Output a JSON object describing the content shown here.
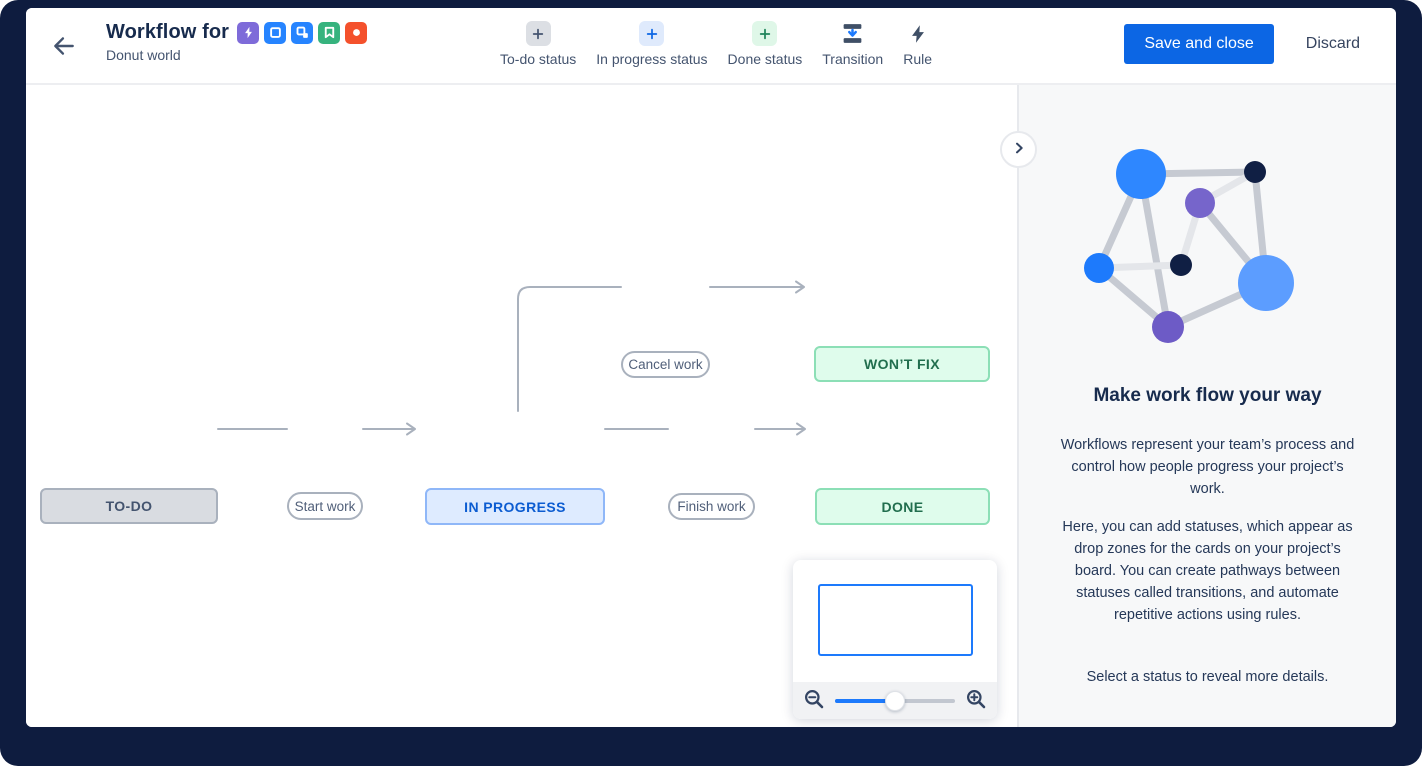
{
  "header": {
    "title": "Workflow for",
    "subtitle": "Donut world",
    "issue_types": [
      {
        "name": "epic",
        "color": "#7e6bd9",
        "icon": "lightning-bolt"
      },
      {
        "name": "task",
        "color": "#2684ff",
        "icon": "square-outline"
      },
      {
        "name": "subtask",
        "color": "#2684ff",
        "icon": "nested-squares"
      },
      {
        "name": "story",
        "color": "#36b37e",
        "icon": "bookmark"
      },
      {
        "name": "bug",
        "color": "#f4512c",
        "icon": "circle"
      }
    ],
    "toolbar": [
      {
        "label": "To-do status",
        "icon": "plus-gray"
      },
      {
        "label": "In progress status",
        "icon": "plus-blue"
      },
      {
        "label": "Done status",
        "icon": "plus-green"
      },
      {
        "label": "Transition",
        "icon": "transition-arrow"
      },
      {
        "label": "Rule",
        "icon": "lightning-bolt"
      }
    ],
    "save_label": "Save and close",
    "discard_label": "Discard"
  },
  "canvas": {
    "nodes": [
      {
        "label": "TO-DO",
        "category": "todo"
      },
      {
        "label": "IN PROGRESS",
        "category": "in-progress"
      },
      {
        "label": "DONE",
        "category": "done"
      },
      {
        "label": "WON’T FIX",
        "category": "done"
      }
    ],
    "transitions": [
      {
        "label": "Start work",
        "from": "TO-DO",
        "to": "IN PROGRESS"
      },
      {
        "label": "Finish work",
        "from": "IN PROGRESS",
        "to": "DONE"
      },
      {
        "label": "Cancel work",
        "from": "IN PROGRESS",
        "to": "WON’T FIX"
      }
    ]
  },
  "minimap": {
    "zoom_out_icon": "magnifier-minus",
    "zoom_in_icon": "magnifier-plus",
    "zoom_level_fraction": 0.5
  },
  "panel": {
    "heading": "Make work flow your way",
    "paragraphs": [
      "Workflows represent your team’s process and control how people progress your project’s work.",
      "Here, you can add statuses, which appear as drop zones for the cards on your project’s board. You can create pathways between statuses called transitions, and automate repetitive actions using rules.",
      "Select a status to reveal more details."
    ]
  },
  "colors": {
    "frame": "#0e1c3f",
    "primary_button": "#0c66e4",
    "todo_fill": "#d9dce1",
    "in_progress_fill": "#deebff",
    "in_progress_border": "#8fb7f8",
    "in_progress_text": "#0c66e4",
    "done_fill": "#dffcec",
    "done_border": "#8cdfb6",
    "done_text": "#216e4e",
    "edge_gray": "#a9b1bd",
    "panel_bg": "#f7f8f9"
  }
}
